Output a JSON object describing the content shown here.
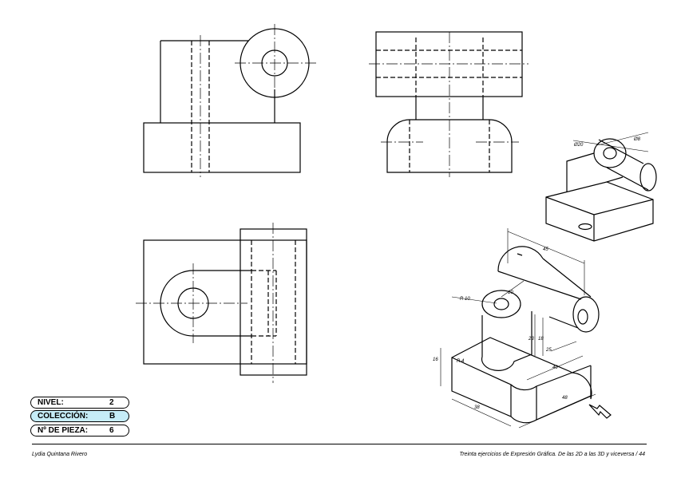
{
  "labels": {
    "dia20": "Ø20",
    "dia8": "Ø8",
    "r10": "R 10",
    "r10b": "10",
    "d45": "45",
    "d23": "23",
    "d18": "18",
    "d25": "25",
    "d40": "40",
    "d16": "16",
    "r4": "R 4",
    "d38": "38",
    "d48": "48"
  },
  "info": {
    "nivel_label": "NIVEL:",
    "nivel_value": "2",
    "coleccion_label": "COLECCIÓN:",
    "coleccion_value": "B",
    "pieza_label": "Nº DE PIEZA:",
    "pieza_value": "6"
  },
  "footer": {
    "author": "Lydia Quintana Rivero",
    "credit": "Treinta ejercicios de Expresión Gráfica. De las 2D a las 3D y viceversa / 44"
  },
  "colors": {
    "highlight": "#c6ecf7",
    "line": "#000000"
  }
}
